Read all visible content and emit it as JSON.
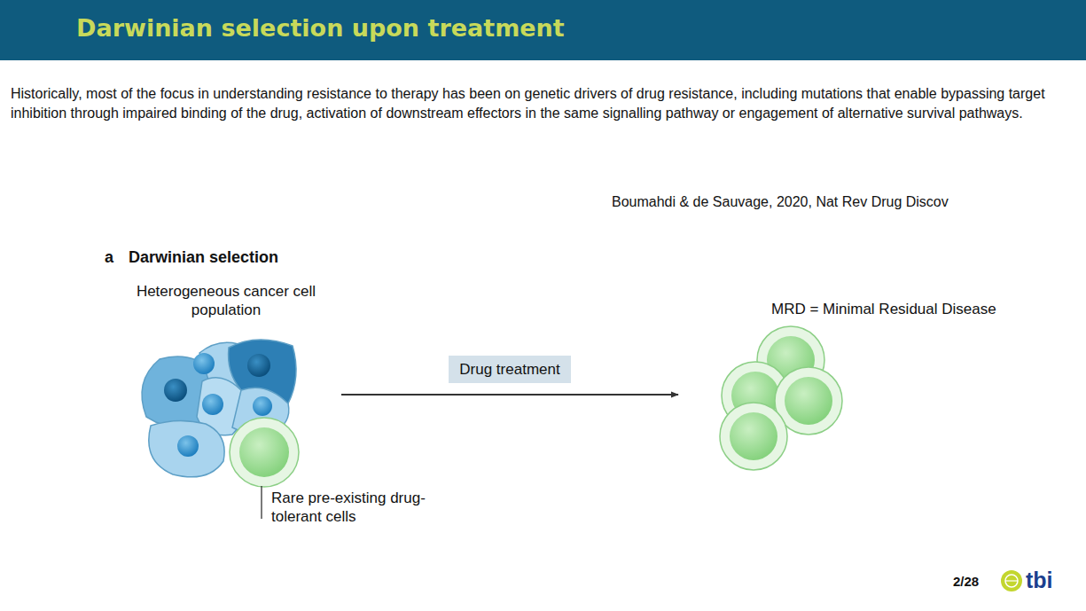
{
  "diagram": {
    "title": "Darwinian selection upon treatment",
    "nodes": [
      {
        "text": [
          "Heterogeneous cancer cell population"
        ]
      },
      {
        "text": [
          "MRD = Minimal Residual Disease"
        ]
      }
    ],
    "edges": [
      {
        "from": 0,
        "to": 1,
        "label": "Drug treatment",
        "arrow": "to"
      }
    ],
    "labels": [
      "Historically, most of the focus in understanding resistance to therapy has been on genetic drivers of drug resistance, including mutations that enable bypassing target inhibition through impaired binding of the drug, activation of downstream effectors in the same signalling pathway or engagement of alternative survival pathways.",
      "Boumahdi & de Sauvage, 2020, Nat Rev Drug Discov",
      "a",
      "Darwinian selection",
      "Rare pre-existing drug-tolerant cells",
      "2/28",
      "tbi"
    ]
  }
}
